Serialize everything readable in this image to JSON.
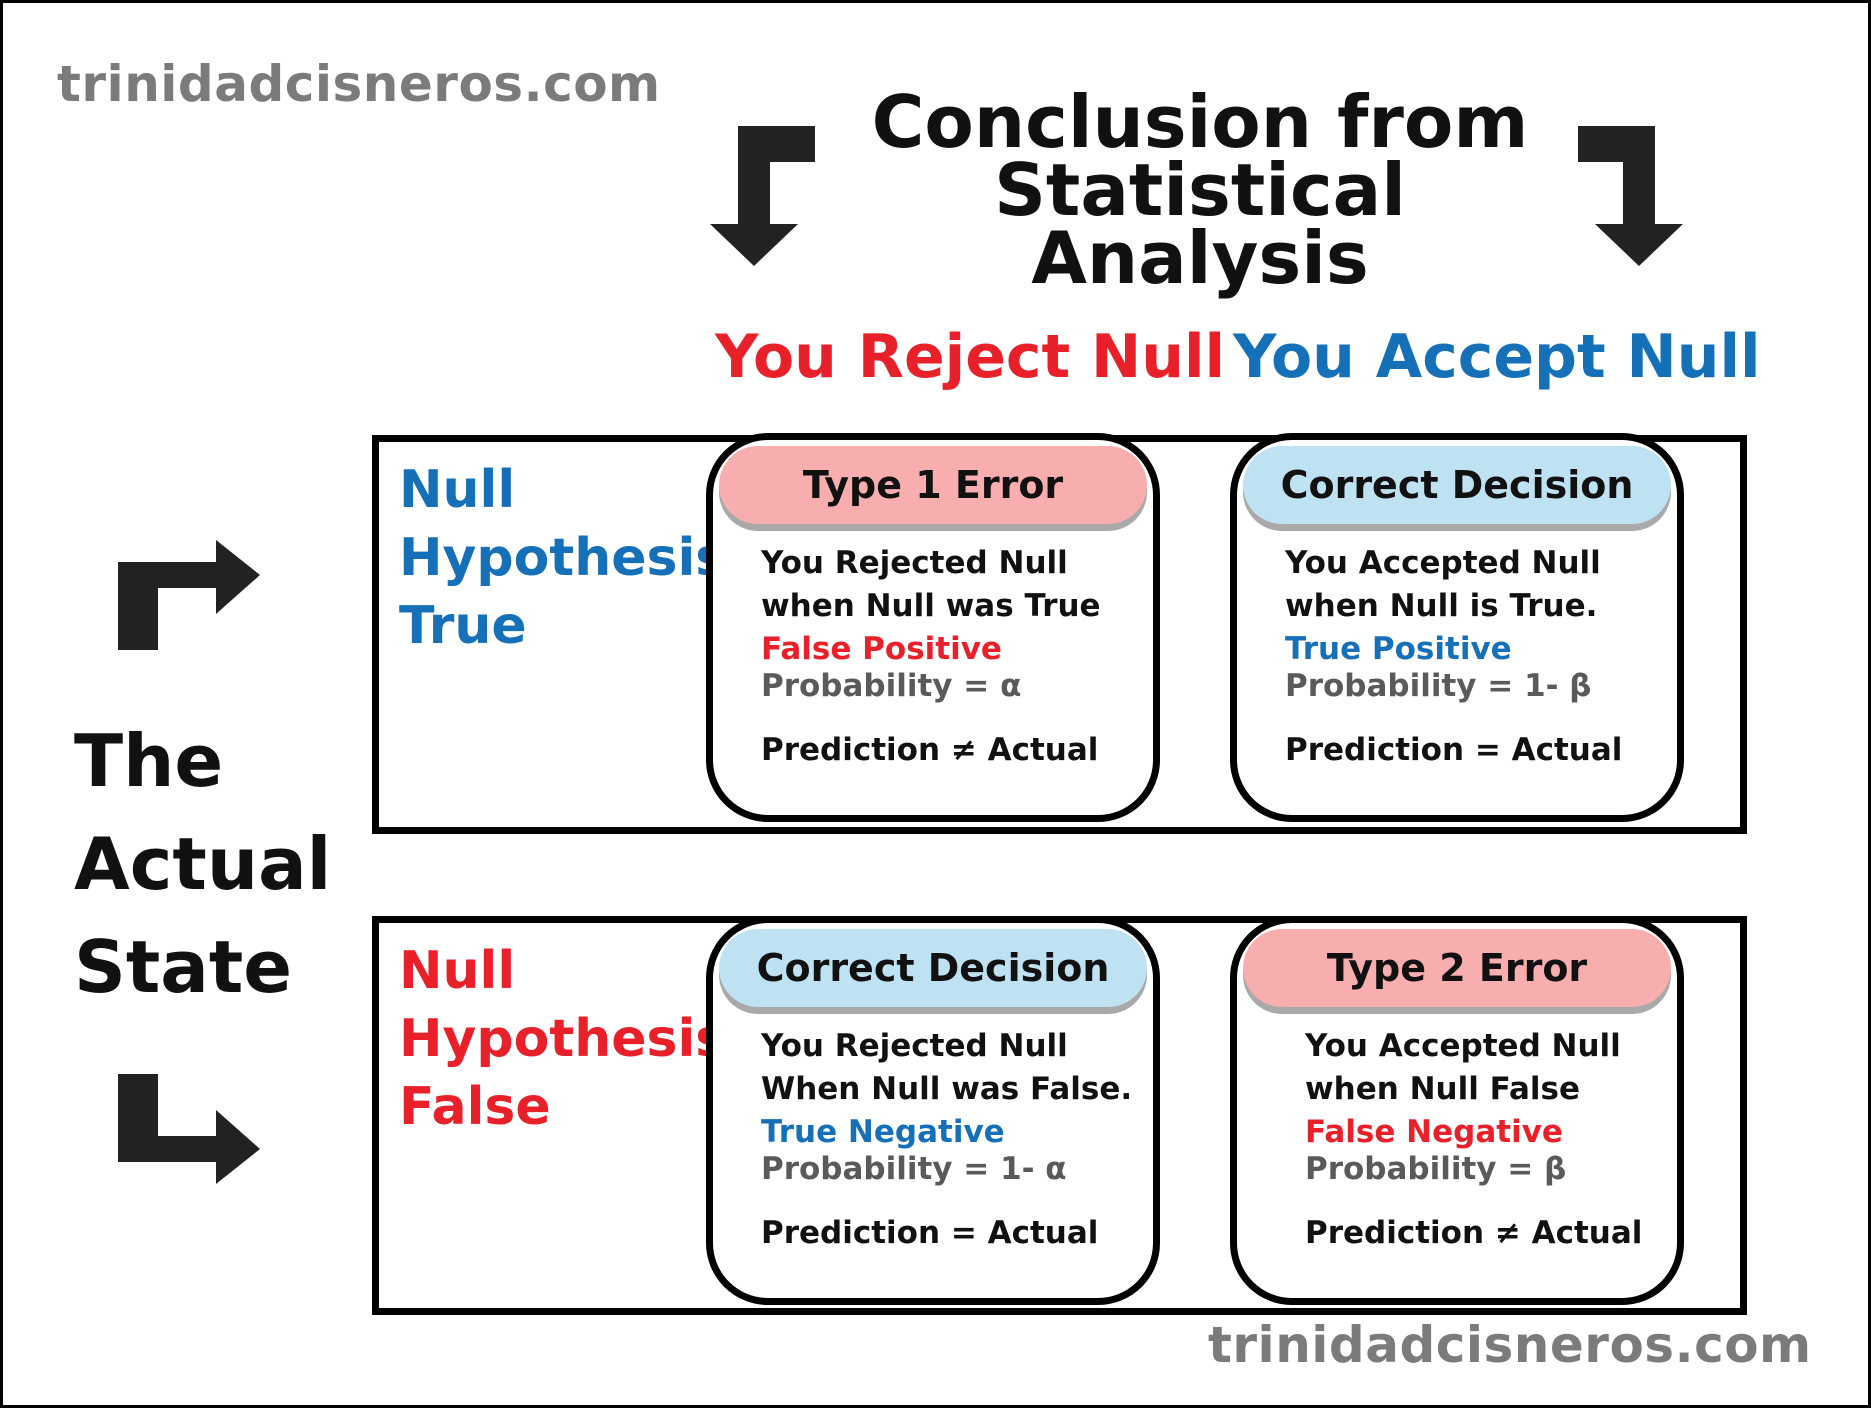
{
  "watermark": "trinidadcisneros.com",
  "title": {
    "line1": "Conclusion from",
    "line2": "Statistical Analysis"
  },
  "columns": {
    "reject": "You Reject Null",
    "accept": "You Accept Null"
  },
  "side_label": {
    "line1": "The",
    "line2": "Actual",
    "line3": "State"
  },
  "rows": [
    {
      "label": [
        "Null",
        "Hypothesis",
        "True"
      ],
      "cells": [
        {
          "header": "Type 1 Error",
          "line1": "You Rejected Null",
          "line2": "when Null was True",
          "outcome": "False Positive",
          "probability": "Probability = α",
          "prediction": "Prediction ≠ Actual"
        },
        {
          "header": "Correct Decision",
          "line1": "You Accepted Null",
          "line2": "when Null is True.",
          "outcome": "True Positive",
          "probability": "Probability = 1- β",
          "prediction": "Prediction = Actual"
        }
      ]
    },
    {
      "label": [
        "Null",
        "Hypothesis",
        "False"
      ],
      "cells": [
        {
          "header": "Correct Decision",
          "line1": "You Rejected Null",
          "line2": "When Null was False.",
          "outcome": "True Negative",
          "probability": "Probability = 1- α",
          "prediction": "Prediction = Actual"
        },
        {
          "header": "Type 2 Error",
          "line1": "You Accepted Null",
          "line2": "when Null False",
          "outcome": "False Negative",
          "probability": "Probability = β",
          "prediction": "Prediction ≠ Actual"
        }
      ]
    }
  ],
  "colors": {
    "red": "#e8202a",
    "blue": "#1570b8",
    "header_red": "#f8aeae",
    "header_blue": "#bfe2f3",
    "watermark": "#7b7b7b"
  },
  "icons": [
    "arrow-down-left-icon",
    "arrow-down-right-icon",
    "arrow-right-up-icon",
    "arrow-right-down-icon"
  ]
}
